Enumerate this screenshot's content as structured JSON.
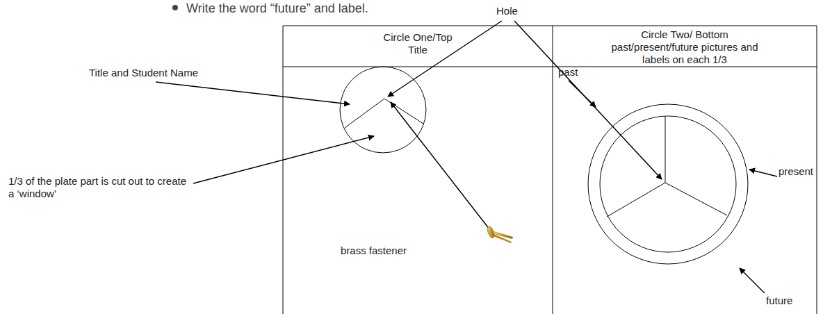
{
  "diagram": {
    "labels": [
      "Write the word “future” and label.",
      "Hole",
      "Circle One/Top Title",
      "Circle Two/ Bottom past/present/future pictures and labels on each 1/3",
      "Title and Student Name",
      "1/3 of the plate part is cut out to create a ‘window’",
      "brass fastener",
      "past",
      "present",
      "future"
    ]
  }
}
